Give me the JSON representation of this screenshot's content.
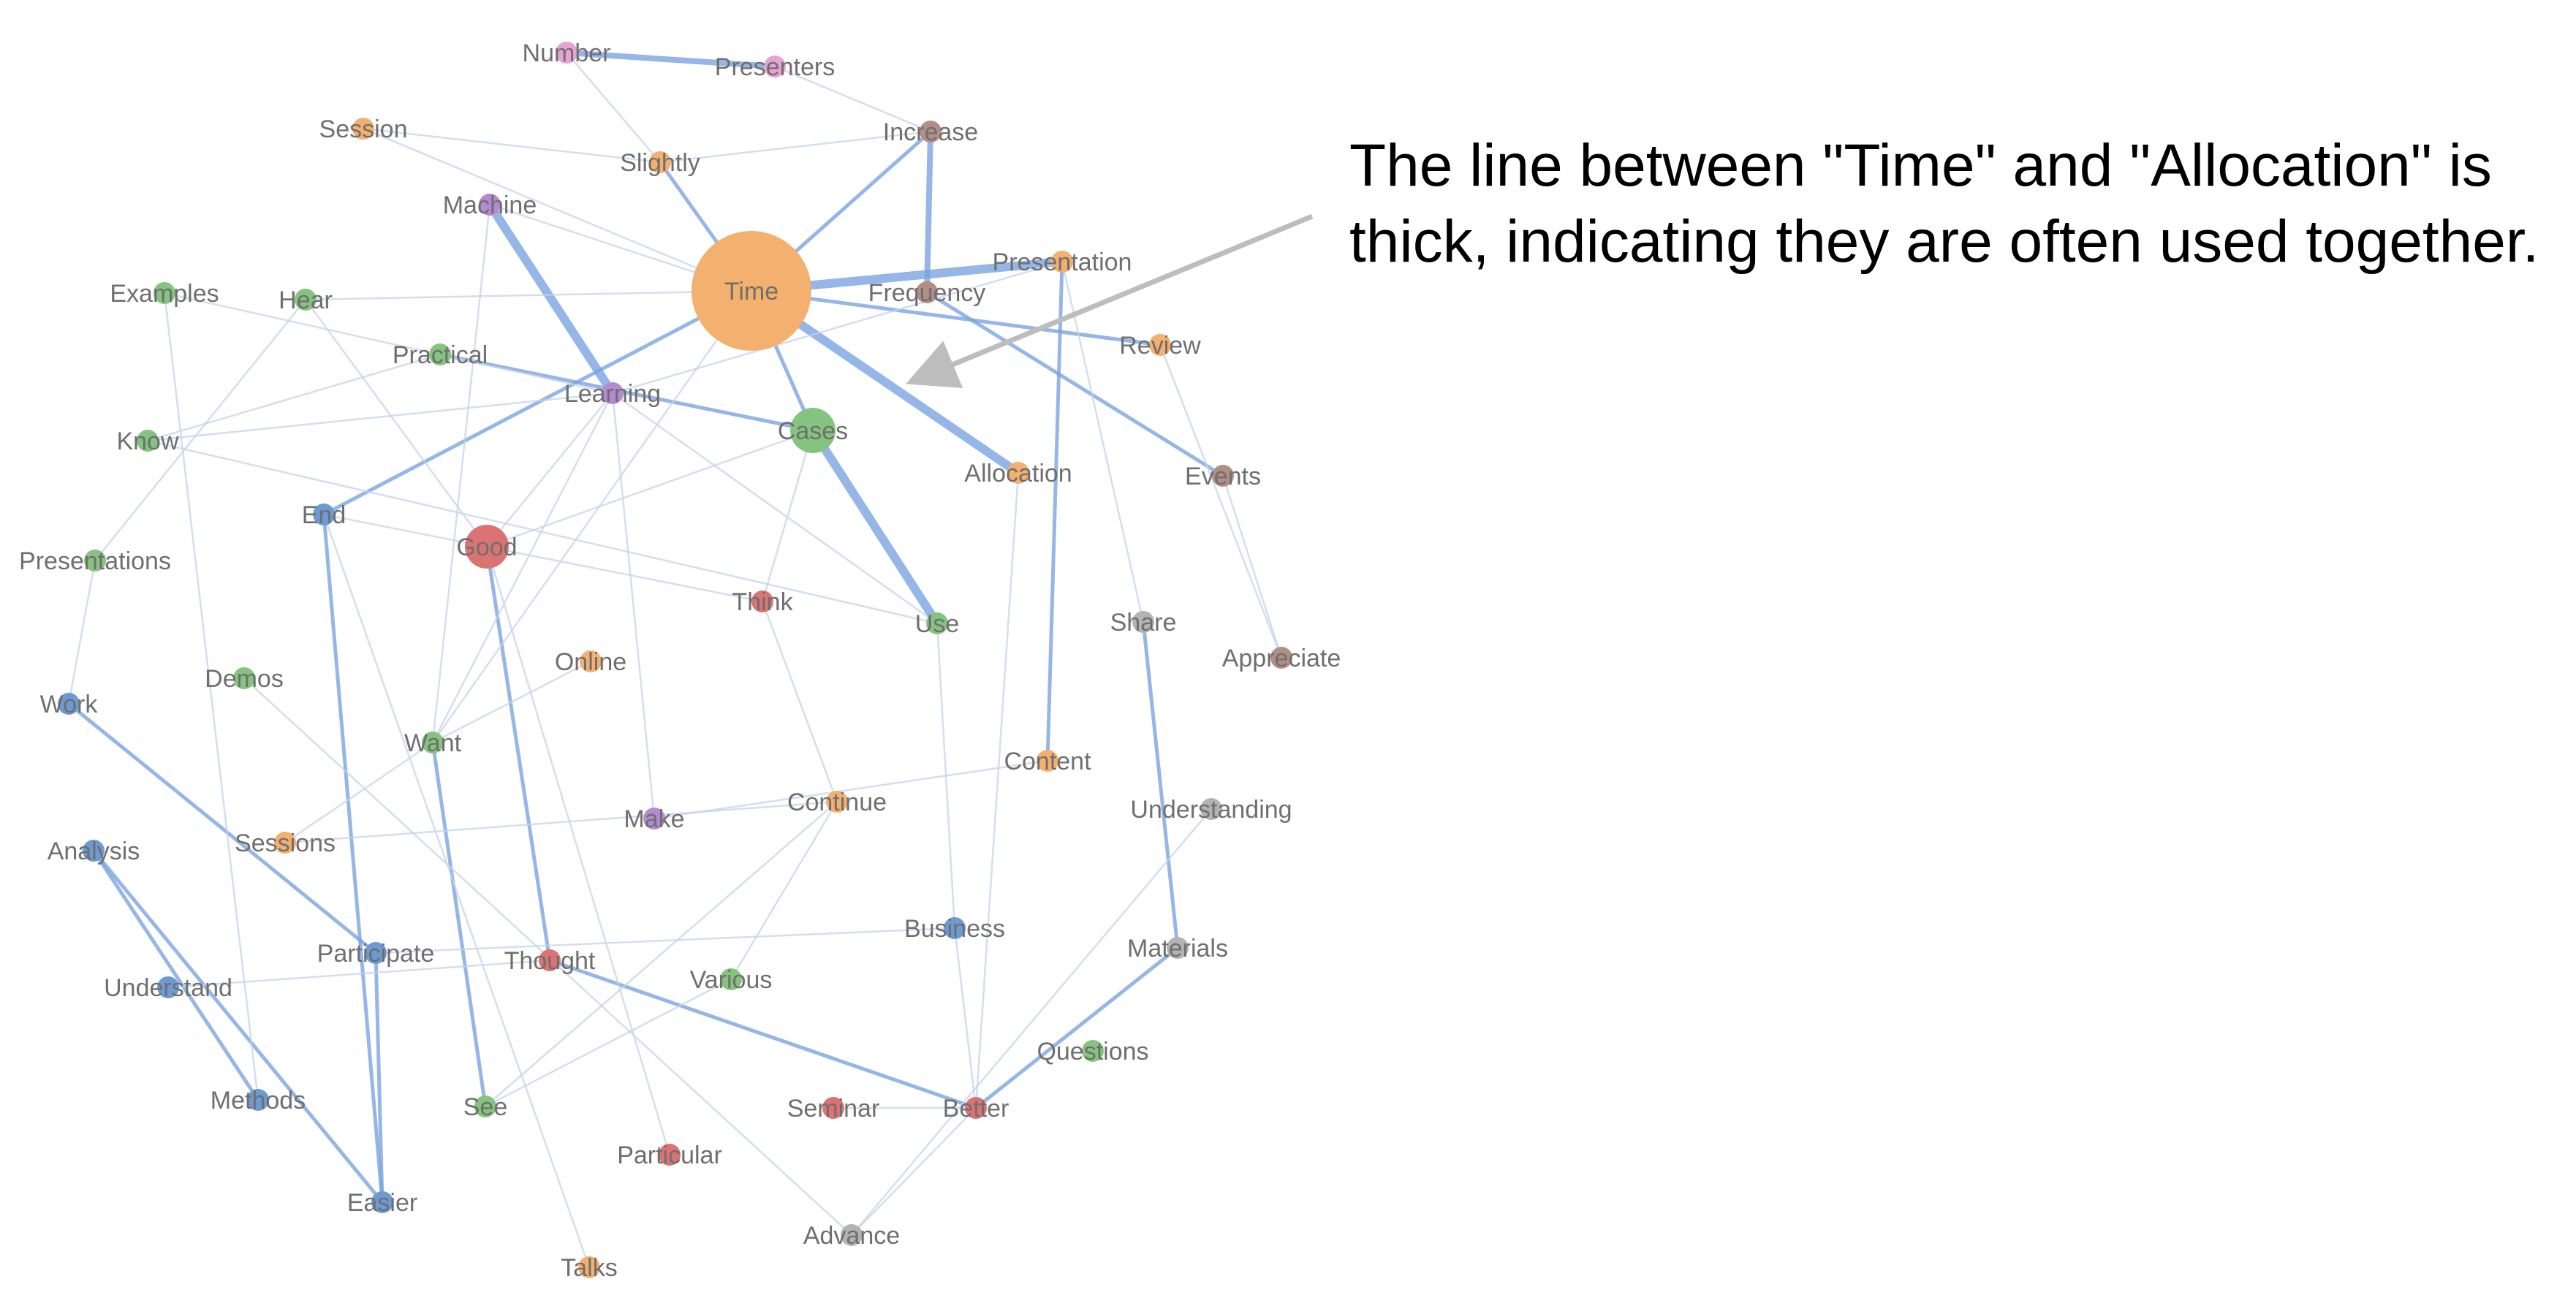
{
  "annotation": {
    "line1": "The line between \"Time\" and \"Allocation\" is",
    "line2": "thick, indicating they are often used together."
  },
  "colors": {
    "orange": "#f4b06e",
    "green": "#85c47e",
    "red": "#dc7373",
    "blue": "#6b9bd2",
    "purple": "#b58ad2",
    "pink": "#e8a3d6",
    "brown": "#b28f85",
    "gray": "#b3b3b3",
    "edge_strong": "#7ba4e0",
    "edge_weak": "#c6d3ec",
    "arrow": "#bdbdbd"
  },
  "nodes": [
    {
      "id": "time",
      "label": "Time",
      "group": "orange",
      "weight": 5
    },
    {
      "id": "frequency",
      "label": "Frequency",
      "group": "brown",
      "weight": 1
    },
    {
      "id": "number",
      "label": "Number",
      "group": "pink",
      "weight": 1
    },
    {
      "id": "presenters",
      "label": "Presenters",
      "group": "pink",
      "weight": 1
    },
    {
      "id": "session",
      "label": "Session",
      "group": "orange",
      "weight": 1
    },
    {
      "id": "slightly",
      "label": "Slightly",
      "group": "orange",
      "weight": 1
    },
    {
      "id": "increase",
      "label": "Increase",
      "group": "brown",
      "weight": 1
    },
    {
      "id": "machine",
      "label": "Machine",
      "group": "purple",
      "weight": 1
    },
    {
      "id": "presentation",
      "label": "Presentation",
      "group": "orange",
      "weight": 1
    },
    {
      "id": "examples",
      "label": "Examples",
      "group": "green",
      "weight": 1
    },
    {
      "id": "hear",
      "label": "Hear",
      "group": "green",
      "weight": 1
    },
    {
      "id": "review",
      "label": "Review",
      "group": "orange",
      "weight": 1
    },
    {
      "id": "practical",
      "label": "Practical",
      "group": "green",
      "weight": 1
    },
    {
      "id": "learning",
      "label": "Learning",
      "group": "purple",
      "weight": 1
    },
    {
      "id": "cases",
      "label": "Cases",
      "group": "green",
      "weight": 2
    },
    {
      "id": "know",
      "label": "Know",
      "group": "green",
      "weight": 1
    },
    {
      "id": "allocation",
      "label": "Allocation",
      "group": "orange",
      "weight": 1
    },
    {
      "id": "events",
      "label": "Events",
      "group": "brown",
      "weight": 1
    },
    {
      "id": "end",
      "label": "End",
      "group": "blue",
      "weight": 1
    },
    {
      "id": "good",
      "label": "Good",
      "group": "red",
      "weight": 3
    },
    {
      "id": "presentations",
      "label": "Presentations",
      "group": "green",
      "weight": 1
    },
    {
      "id": "think",
      "label": "Think",
      "group": "red",
      "weight": 1
    },
    {
      "id": "use",
      "label": "Use",
      "group": "green",
      "weight": 1
    },
    {
      "id": "share",
      "label": "Share",
      "group": "gray",
      "weight": 1
    },
    {
      "id": "appreciate",
      "label": "Appreciate",
      "group": "brown",
      "weight": 1
    },
    {
      "id": "online",
      "label": "Online",
      "group": "orange",
      "weight": 1
    },
    {
      "id": "demos",
      "label": "Demos",
      "group": "green",
      "weight": 1
    },
    {
      "id": "work",
      "label": "Work",
      "group": "blue",
      "weight": 1
    },
    {
      "id": "want",
      "label": "Want",
      "group": "green",
      "weight": 1
    },
    {
      "id": "content",
      "label": "Content",
      "group": "orange",
      "weight": 1
    },
    {
      "id": "continue",
      "label": "Continue",
      "group": "orange",
      "weight": 1
    },
    {
      "id": "understanding",
      "label": "Understanding",
      "group": "gray",
      "weight": 1
    },
    {
      "id": "make",
      "label": "Make",
      "group": "purple",
      "weight": 1
    },
    {
      "id": "analysis",
      "label": "Analysis",
      "group": "blue",
      "weight": 1
    },
    {
      "id": "sessions",
      "label": "Sessions",
      "group": "orange",
      "weight": 1
    },
    {
      "id": "business",
      "label": "Business",
      "group": "blue",
      "weight": 1
    },
    {
      "id": "participate",
      "label": "Participate",
      "group": "blue",
      "weight": 1
    },
    {
      "id": "thought",
      "label": "Thought",
      "group": "red",
      "weight": 1
    },
    {
      "id": "materials",
      "label": "Materials",
      "group": "gray",
      "weight": 1
    },
    {
      "id": "understand",
      "label": "Understand",
      "group": "blue",
      "weight": 1
    },
    {
      "id": "various",
      "label": "Various",
      "group": "green",
      "weight": 1
    },
    {
      "id": "questions",
      "label": "Questions",
      "group": "green",
      "weight": 1
    },
    {
      "id": "methods",
      "label": "Methods",
      "group": "blue",
      "weight": 1
    },
    {
      "id": "see",
      "label": "See",
      "group": "green",
      "weight": 1
    },
    {
      "id": "seminar",
      "label": "Seminar",
      "group": "red",
      "weight": 1
    },
    {
      "id": "better",
      "label": "Better",
      "group": "red",
      "weight": 1
    },
    {
      "id": "particular",
      "label": "Particular",
      "group": "red",
      "weight": 1
    },
    {
      "id": "easier",
      "label": "Easier",
      "group": "blue",
      "weight": 1
    },
    {
      "id": "advance",
      "label": "Advance",
      "group": "gray",
      "weight": 1
    },
    {
      "id": "talks",
      "label": "Talks",
      "group": "orange",
      "weight": 1
    }
  ],
  "edges": [
    {
      "source": "number",
      "target": "presenters",
      "weight": 3
    },
    {
      "source": "time",
      "target": "presentation",
      "weight": 4
    },
    {
      "source": "time",
      "target": "allocation",
      "weight": 4
    },
    {
      "source": "machine",
      "target": "learning",
      "weight": 4
    },
    {
      "source": "cases",
      "target": "use",
      "weight": 4
    },
    {
      "source": "increase",
      "target": "frequency",
      "weight": 3
    },
    {
      "source": "time",
      "target": "end",
      "weight": 2
    },
    {
      "source": "time",
      "target": "review",
      "weight": 2
    },
    {
      "source": "frequency",
      "target": "events",
      "weight": 2
    },
    {
      "source": "time",
      "target": "increase",
      "weight": 2
    },
    {
      "source": "time",
      "target": "slightly",
      "weight": 2
    },
    {
      "source": "time",
      "target": "cases",
      "weight": 2
    },
    {
      "source": "practical",
      "target": "cases",
      "weight": 2
    },
    {
      "source": "good",
      "target": "thought",
      "weight": 2
    },
    {
      "source": "end",
      "target": "easier",
      "weight": 2
    },
    {
      "source": "work",
      "target": "participate",
      "weight": 2
    },
    {
      "source": "participate",
      "target": "easier",
      "weight": 2
    },
    {
      "source": "want",
      "target": "see",
      "weight": 2
    },
    {
      "source": "analysis",
      "target": "methods",
      "weight": 2
    },
    {
      "source": "analysis",
      "target": "easier",
      "weight": 2
    },
    {
      "source": "share",
      "target": "materials",
      "weight": 2
    },
    {
      "source": "materials",
      "target": "better",
      "weight": 2
    },
    {
      "source": "thought",
      "target": "better",
      "weight": 2
    },
    {
      "source": "presentation",
      "target": "content",
      "weight": 2
    },
    {
      "source": "better",
      "target": "advance",
      "weight": 1
    },
    {
      "source": "number",
      "target": "slightly",
      "weight": 1
    },
    {
      "source": "session",
      "target": "slightly",
      "weight": 1
    },
    {
      "source": "session",
      "target": "time",
      "weight": 1
    },
    {
      "source": "slightly",
      "target": "increase",
      "weight": 1
    },
    {
      "source": "presenters",
      "target": "increase",
      "weight": 1
    },
    {
      "source": "machine",
      "target": "time",
      "weight": 1
    },
    {
      "source": "examples",
      "target": "learning",
      "weight": 1
    },
    {
      "source": "hear",
      "target": "time",
      "weight": 1
    },
    {
      "source": "hear",
      "target": "good",
      "weight": 1
    },
    {
      "source": "know",
      "target": "learning",
      "weight": 1
    },
    {
      "source": "know",
      "target": "practical",
      "weight": 1
    },
    {
      "source": "know",
      "target": "use",
      "weight": 1
    },
    {
      "source": "presentations",
      "target": "hear",
      "weight": 1
    },
    {
      "source": "presentations",
      "target": "work",
      "weight": 1
    },
    {
      "source": "end",
      "target": "think",
      "weight": 1
    },
    {
      "source": "good",
      "target": "learning",
      "weight": 1
    },
    {
      "source": "good",
      "target": "cases",
      "weight": 1
    },
    {
      "source": "learning",
      "target": "make",
      "weight": 1
    },
    {
      "source": "learning",
      "target": "want",
      "weight": 1
    },
    {
      "source": "learning",
      "target": "use",
      "weight": 1
    },
    {
      "source": "want",
      "target": "sessions",
      "weight": 1
    },
    {
      "source": "want",
      "target": "online",
      "weight": 1
    },
    {
      "source": "sessions",
      "target": "continue",
      "weight": 1
    },
    {
      "source": "make",
      "target": "content",
      "weight": 1
    },
    {
      "source": "participate",
      "target": "business",
      "weight": 1
    },
    {
      "source": "understand",
      "target": "thought",
      "weight": 1
    },
    {
      "source": "think",
      "target": "continue",
      "weight": 1
    },
    {
      "source": "continue",
      "target": "see",
      "weight": 1
    },
    {
      "source": "continue",
      "target": "various",
      "weight": 1
    },
    {
      "source": "use",
      "target": "business",
      "weight": 1
    },
    {
      "source": "business",
      "target": "better",
      "weight": 1
    },
    {
      "source": "allocation",
      "target": "better",
      "weight": 1
    },
    {
      "source": "demos",
      "target": "advance",
      "weight": 1
    },
    {
      "source": "examples",
      "target": "methods",
      "weight": 1
    },
    {
      "source": "end",
      "target": "talks",
      "weight": 1
    },
    {
      "source": "good",
      "target": "particular",
      "weight": 1
    },
    {
      "source": "understanding",
      "target": "advance",
      "weight": 1
    },
    {
      "source": "events",
      "target": "appreciate",
      "weight": 1
    },
    {
      "source": "review",
      "target": "appreciate",
      "weight": 1
    },
    {
      "source": "presentation",
      "target": "share",
      "weight": 1
    },
    {
      "source": "various",
      "target": "see",
      "weight": 1
    },
    {
      "source": "time",
      "target": "want",
      "weight": 1
    },
    {
      "source": "cases",
      "target": "think",
      "weight": 1
    },
    {
      "source": "machine",
      "target": "want",
      "weight": 1
    },
    {
      "source": "presentation",
      "target": "learning",
      "weight": 1
    },
    {
      "source": "seminar",
      "target": "better",
      "weight": 1
    }
  ]
}
